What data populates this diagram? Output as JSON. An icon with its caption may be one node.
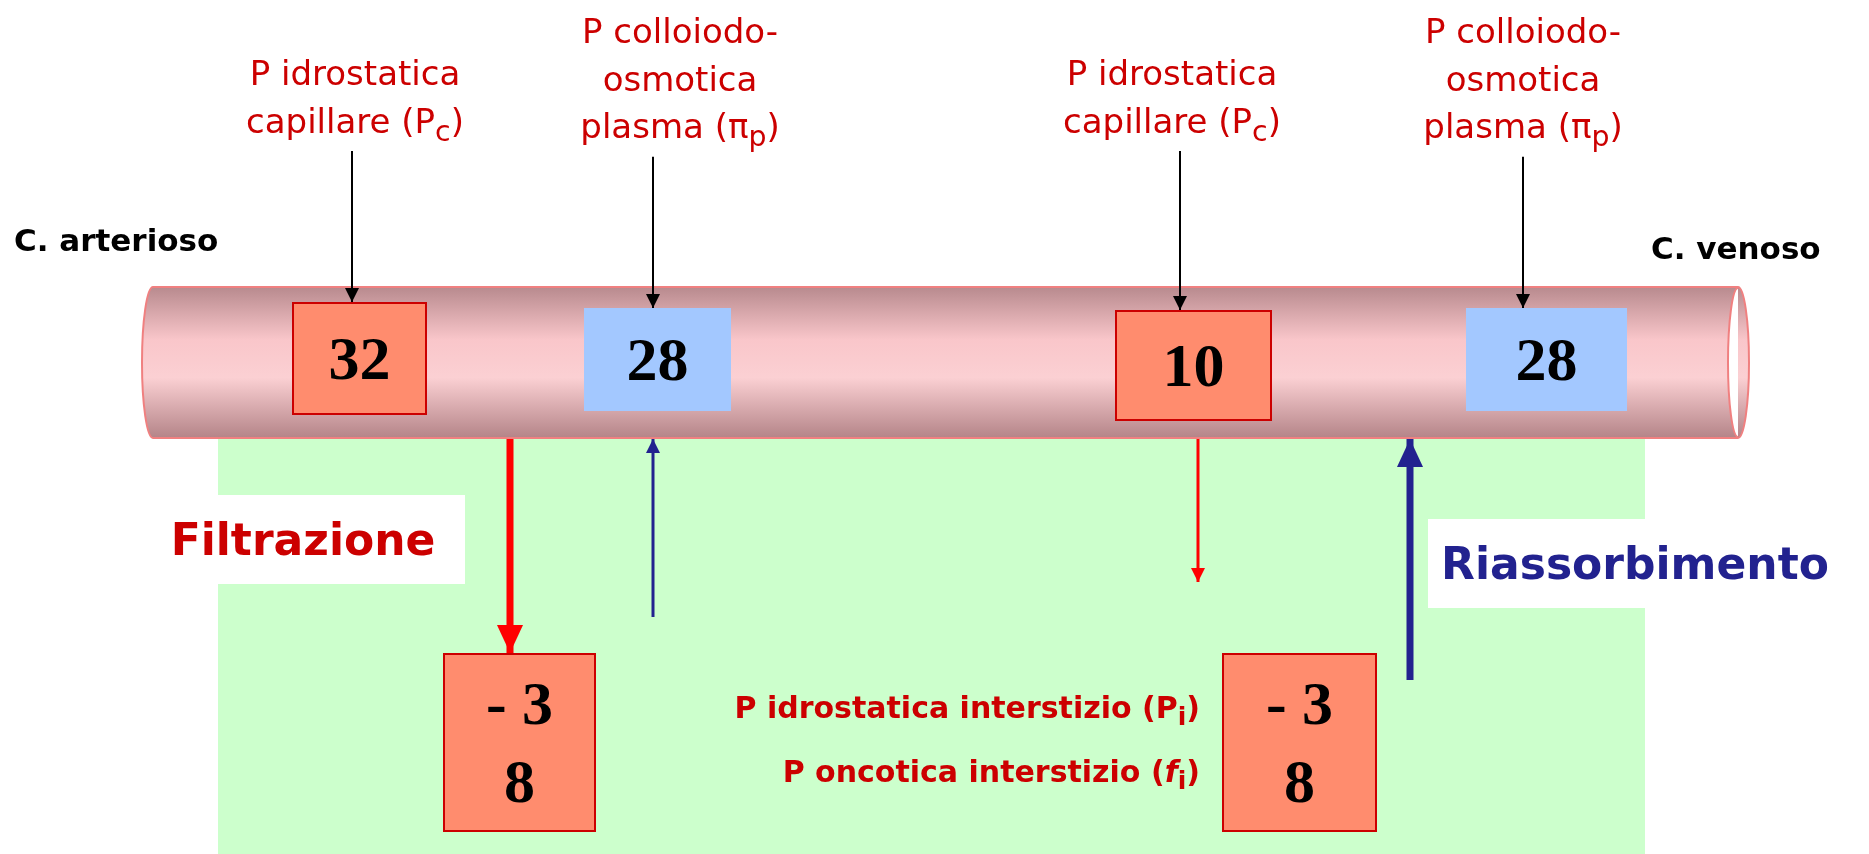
{
  "diagram": {
    "nodes": [
      {
        "text": [
          "P idrostatica capillare (P$_{c}$)"
        ]
      },
      {
        "text": [
          "P colloiodo-osmotica plasma (π$_{p}$)"
        ]
      },
      {
        "text": [
          "P idrostatica capillare (P$_{c}$)"
        ]
      },
      {
        "text": [
          "P colloiodo-osmotica plasma (π$_{p}$)"
        ]
      },
      {
        "text": [],
        "shape": "cylinder",
        "beside": [
          "C. arterioso",
          "C. venoso"
        ]
      },
      {
        "text": [
          "32"
        ],
        "in": 4
      },
      {
        "text": [
          "28"
        ],
        "in": 4
      },
      {
        "text": [
          "10"
        ],
        "in": 4
      },
      {
        "text": [
          "28"
        ],
        "in": 4
      },
      {
        "text": [],
        "shape": "box"
      },
      {
        "text": [
          "- 3",
          "8"
        ],
        "in": 9
      },
      {
        "text": [
          "- 3",
          "8"
        ],
        "in": 9
      }
    ],
    "edges": [
      {
        "from": 0,
        "to": 5,
        "arrow": "to"
      },
      {
        "from": 1,
        "to": 6,
        "arrow": "to"
      },
      {
        "from": 2,
        "to": 7,
        "arrow": "to"
      },
      {
        "from": 3,
        "to": 8,
        "arrow": "to"
      },
      {
        "from": 4,
        "to": 10,
        "arrow": "to",
        "style": "thick",
        "color": "#ff0000"
      },
      {
        "from": null,
        "to": 4,
        "arrow": "to",
        "color": "#22228f"
      },
      {
        "from": 4,
        "to": null,
        "arrow": "to",
        "color": "#ff0000"
      },
      {
        "from": null,
        "to": 4,
        "arrow": "to",
        "style": "thick",
        "color": "#22228f"
      }
    ],
    "labels": [
      "Filtrazione",
      "Riassorbimento",
      "P idrostatica interstizio (P$_{i}$)",
      "P oncotica interstizio (*f*$_{i}$)"
    ]
  }
}
